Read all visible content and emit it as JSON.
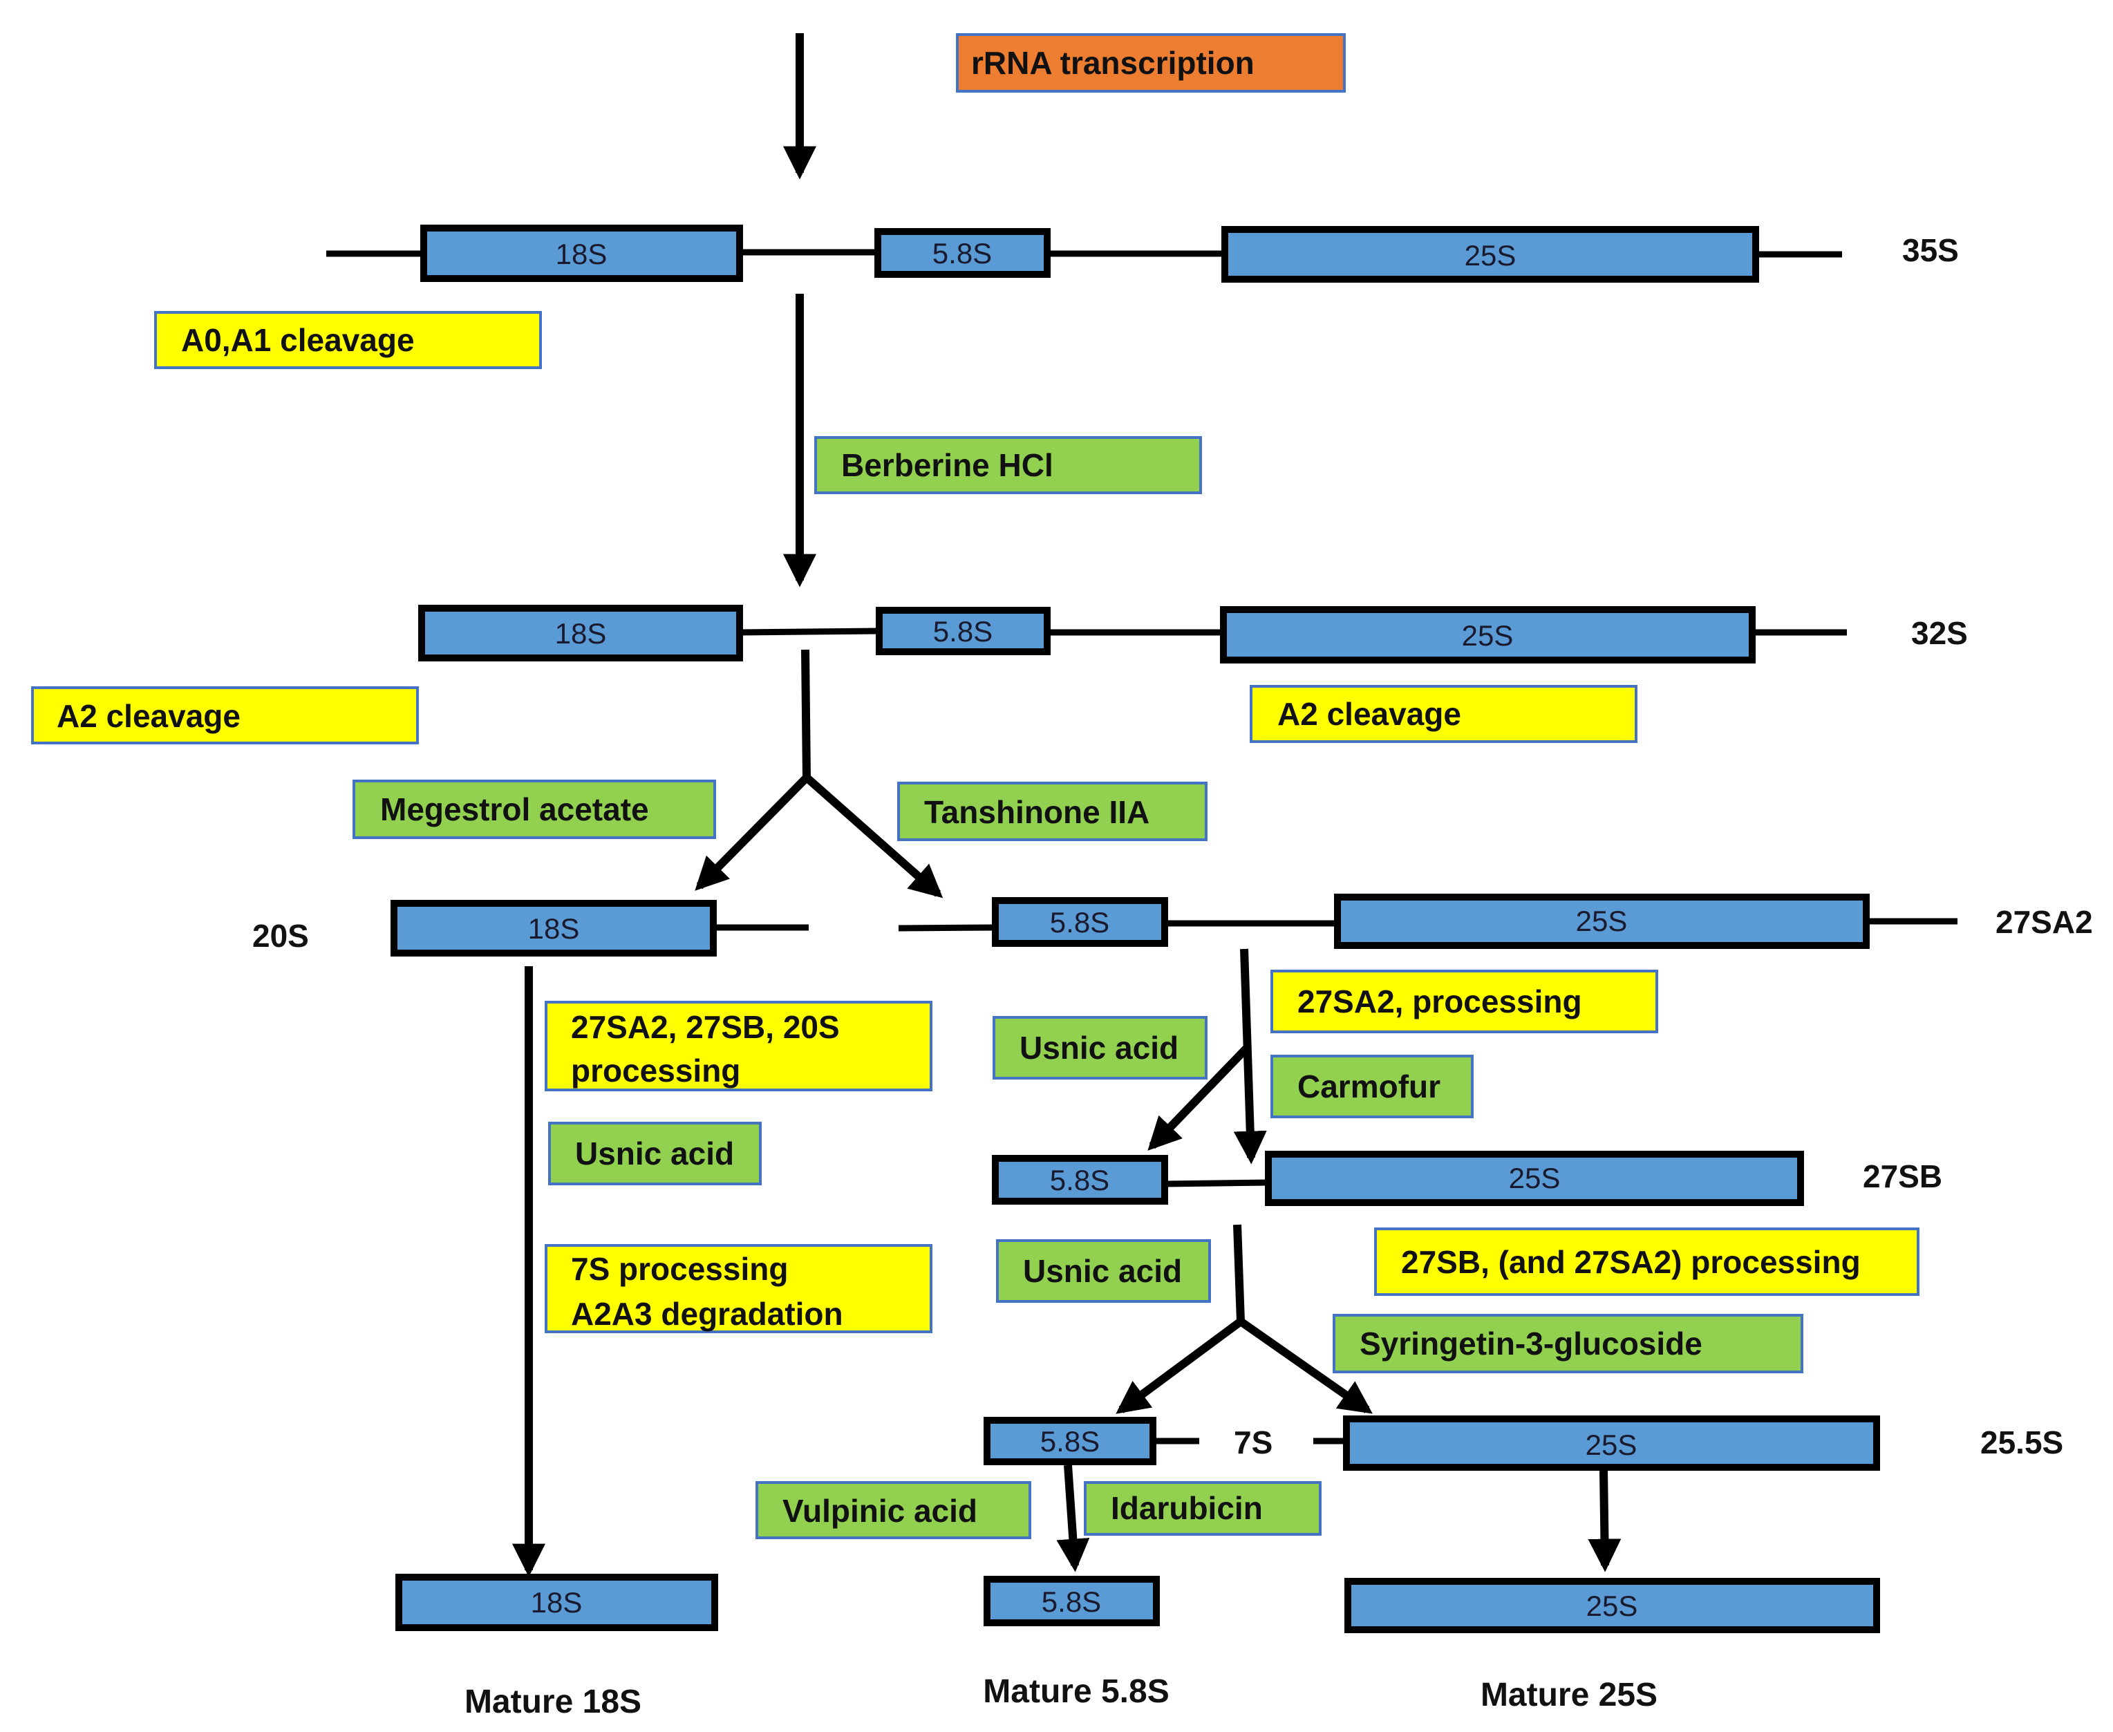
{
  "colors": {
    "segment_fill": "#5B9BD5",
    "segment_border": "#000000",
    "step_fill": "#FFFF00",
    "compound_fill": "#92D050",
    "transcription_fill": "#ED7D31",
    "label_border": "#4472C4"
  },
  "header": {
    "transcription": "rRNA transcription"
  },
  "rows": {
    "r35S": {
      "name": "35S",
      "s18": "18S",
      "s58": "5.8S",
      "s25": "25S"
    },
    "r32S": {
      "name": "32S",
      "s18": "18S",
      "s58": "5.8S",
      "s25": "25S"
    },
    "r20S": {
      "name": "20S",
      "s18": "18S"
    },
    "r27SA2": {
      "name": "27SA2",
      "s58": "5.8S",
      "s25": "25S"
    },
    "r27SB": {
      "name": "27SB",
      "s58": "5.8S",
      "s25": "25S"
    },
    "r7S": {
      "name": "7S",
      "s58": "5.8S"
    },
    "r255S": {
      "name": "25.5S",
      "s25": "25S"
    },
    "mature": {
      "s18": "18S",
      "s58": "5.8S",
      "s25": "25S"
    }
  },
  "steps": {
    "a0a1": "A0,A1 cleavage",
    "a2_left": "A2 cleavage",
    "a2_right": "A2 cleavage",
    "p27sa2_27sb_20s_line1": "27SA2, 27SB, 20S",
    "p27sa2_27sb_20s_line2": "processing",
    "p7s_line1": "7S processing",
    "p7s_line2": "A2A3 degradation",
    "p27sa2": "27SA2, processing",
    "p27sb": "27SB, (and 27SA2) processing"
  },
  "compounds": {
    "berberine": "Berberine HCl",
    "megestrol": "Megestrol acetate",
    "tanshinone": "Tanshinone IIA",
    "usnic_1": "Usnic acid",
    "carmofur": "Carmofur",
    "usnic_2": "Usnic acid",
    "usnic_3": "Usnic acid",
    "syringetin": "Syringetin-3-glucoside",
    "vulpinic": "Vulpinic acid",
    "idarubicin": "Idarubicin"
  },
  "mature_labels": {
    "m18": "Mature 18S",
    "m58": "Mature 5.8S",
    "m25": "Mature 25S"
  }
}
